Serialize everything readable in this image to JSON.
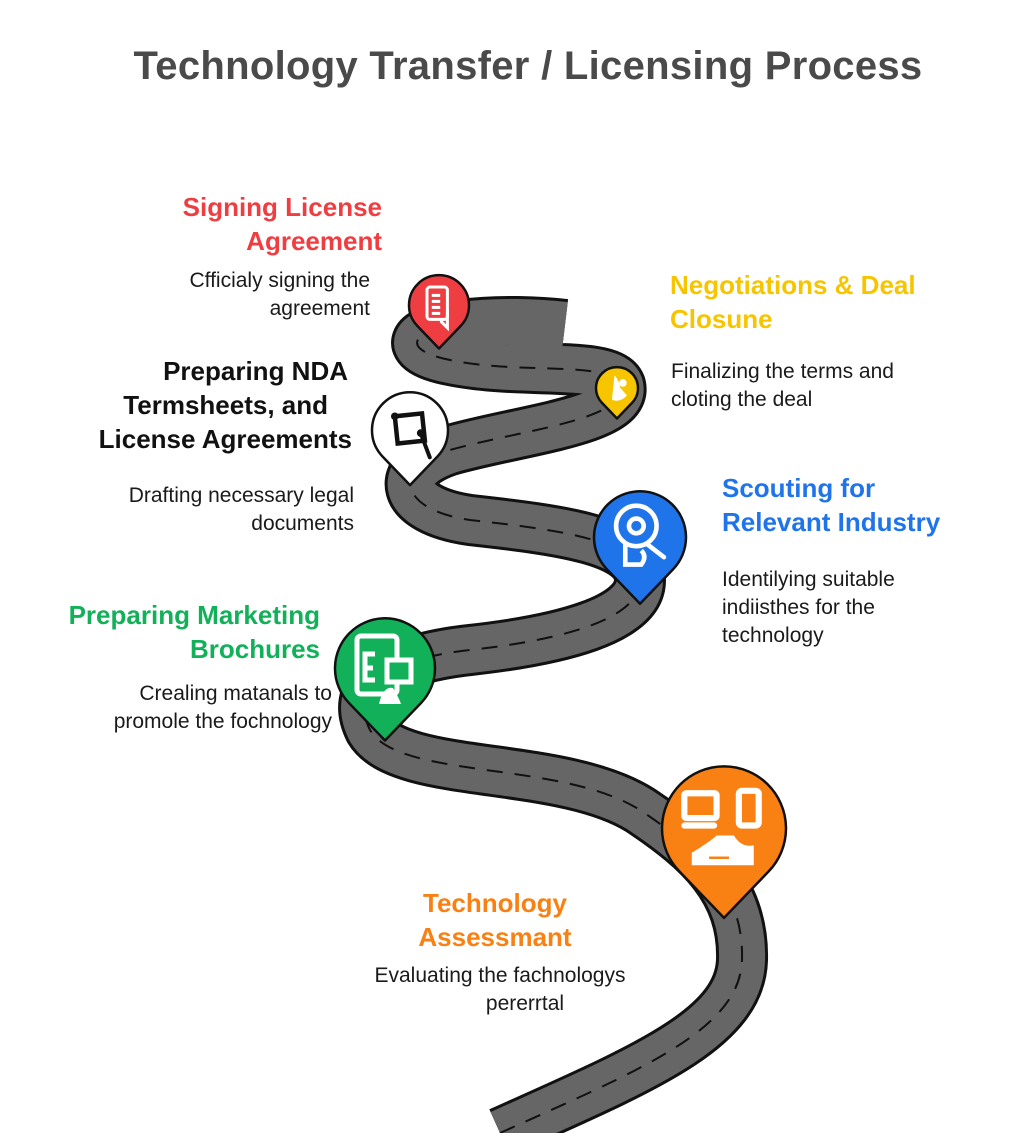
{
  "title": "Technology Transfer / Licensing Process",
  "colors": {
    "red": "#ef3e42",
    "yellow": "#f6c500",
    "white": "#ffffff",
    "blue": "#1f74ea",
    "green": "#12b159",
    "orange": "#f98012",
    "road": "#666666",
    "title": "#4a4a4a"
  },
  "steps": [
    {
      "order": 1,
      "title_line1": "Technology",
      "title_line2": "Assessmant",
      "desc_line1": "Evaluating the fachnologys",
      "desc_line2": "pererrtal",
      "color": "#f98012",
      "icon": "devices-assessment-icon"
    },
    {
      "order": 2,
      "title_line1": "Preparing Marketing",
      "title_line2": "Brochures",
      "desc_line1": "Crealing matanals to",
      "desc_line2": "promole the fochnology",
      "color": "#12b159",
      "icon": "brochure-icon"
    },
    {
      "order": 3,
      "title_line1": "Scouting for",
      "title_line2": "Relevant Industry",
      "desc_line1": "Identilying suitable",
      "desc_line2": "indiisthes for the",
      "desc_line3": "technology",
      "color": "#1f74ea",
      "icon": "search-industry-icon"
    },
    {
      "order": 4,
      "title_line1": "Preparing NDA",
      "title_line2": "Termsheets, and",
      "title_line3": "License Agreements",
      "desc_line1": "Drafting necessary legal",
      "desc_line2": "documents",
      "color": "#111111",
      "icon": "legal-document-icon"
    },
    {
      "order": 5,
      "title_line1": "Negotiations & Deal",
      "title_line2": "Closune",
      "desc_line1": "Finalizing the terms and",
      "desc_line2": "cloting the deal",
      "color": "#f6c500",
      "icon": "handshake-icon"
    },
    {
      "order": 6,
      "title_line1": "Signing License",
      "title_line2": "Agreement",
      "desc_line1": "Cfficialy signing the",
      "desc_line2": "agreement",
      "color": "#ef3e42",
      "icon": "signed-document-icon"
    }
  ]
}
